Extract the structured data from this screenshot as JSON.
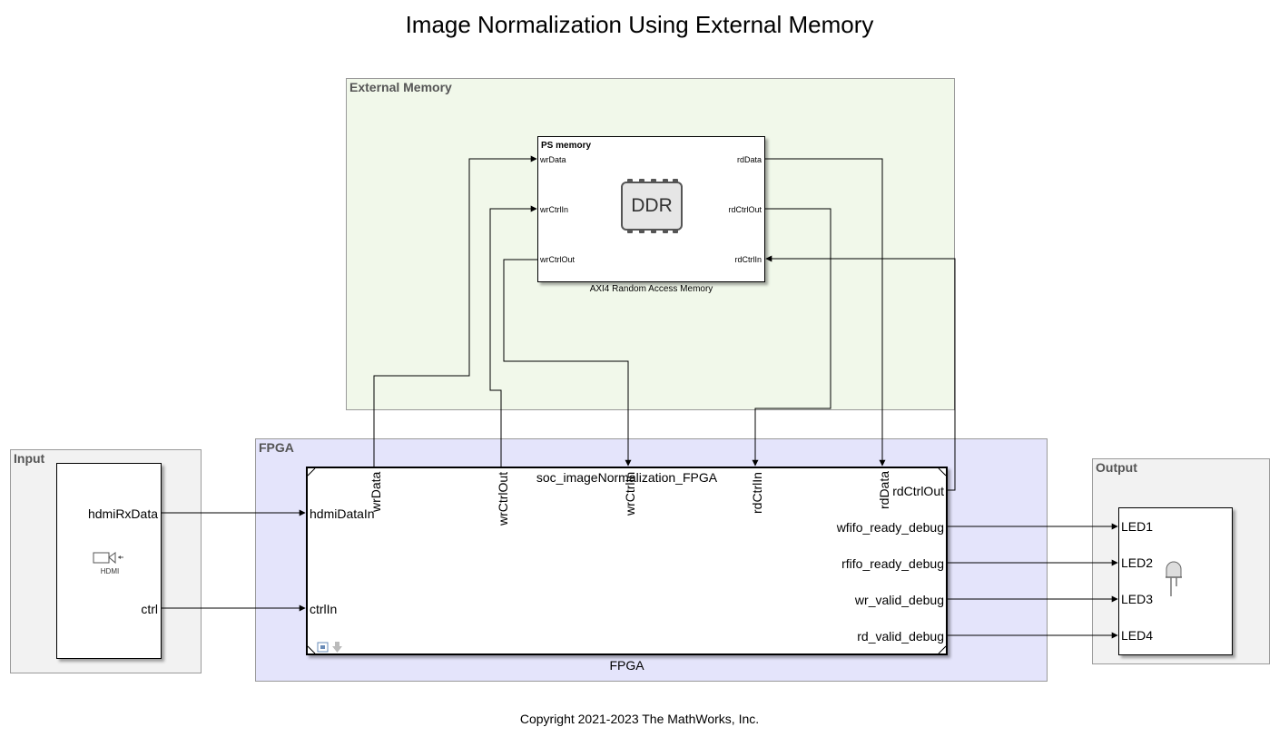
{
  "title": "Image Normalization Using External Memory",
  "copyright": "Copyright 2021-2023 The MathWorks, Inc.",
  "areas": {
    "external_memory": {
      "label": "External Memory",
      "color": "#f1f8ea"
    },
    "input": {
      "label": "Input",
      "color": "#f2f2f2"
    },
    "fpga": {
      "label": "FPGA",
      "color": "#e4e4fb"
    },
    "output": {
      "label": "Output",
      "color": "#f2f2f2"
    }
  },
  "ps_memory": {
    "title": "PS memory",
    "caption": "AXI4 Random Access Memory",
    "icon": "ddr-chip-icon",
    "icon_text": "DDR",
    "inputs": [
      "wrData",
      "wrCtrlIn",
      "wrCtrlOut"
    ],
    "outputs": [
      "rdData",
      "rdCtrlOut",
      "rdCtrlIn"
    ]
  },
  "hdmi_block": {
    "icon": "camera-icon",
    "icon_text": "HDMI",
    "outputs": [
      "hdmiRxData",
      "ctrl"
    ]
  },
  "fpga_block": {
    "name": "soc_imageNormalization_FPGA",
    "caption": "FPGA",
    "inputs": [
      "hdmiDataIn",
      "ctrlIn"
    ],
    "top_ports": [
      "wrData",
      "wrCtrlOut",
      "wrCtrlIn",
      "rdCtrlIn",
      "rdData"
    ],
    "outputs": [
      "rdCtrlOut",
      "wfifo_ready_debug",
      "rfifo_ready_debug",
      "wr_valid_debug",
      "rd_valid_debug"
    ]
  },
  "led_block": {
    "icon": "led-icon",
    "inputs": [
      "LED1",
      "LED2",
      "LED3",
      "LED4"
    ]
  }
}
